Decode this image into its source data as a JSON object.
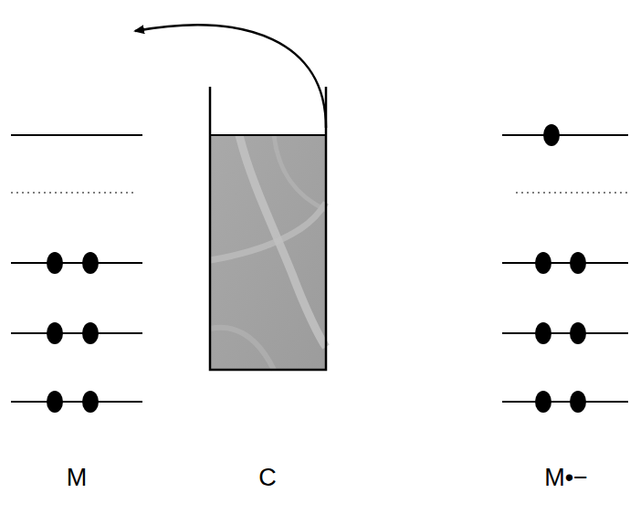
{
  "diagram": {
    "labels": [
      "M",
      "C",
      "M•−"
    ]
  }
}
